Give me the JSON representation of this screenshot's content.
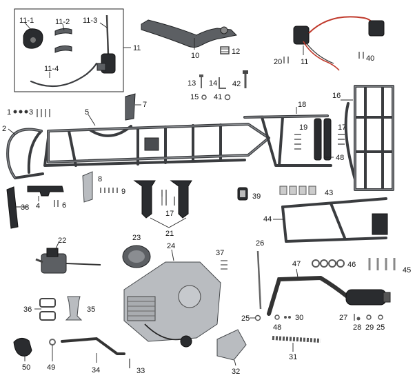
{
  "labels": {
    "l11_1": "11-1",
    "l11_2": "11-2",
    "l11_3": "11-3",
    "l11_4": "11-4",
    "l11_box": "11",
    "l10": "10",
    "l12": "12",
    "l13": "13",
    "l14": "14",
    "l42": "42",
    "l15": "15",
    "l41": "41",
    "l20": "20",
    "l11": "11",
    "l40": "40",
    "l1": "1",
    "l3": "3",
    "l5": "5",
    "l7": "7",
    "l2": "2",
    "l18": "18",
    "l16": "16",
    "l19": "19",
    "l17a": "17",
    "l48a": "48",
    "l38": "38",
    "l4": "4",
    "l6": "6",
    "l8": "8",
    "l9": "9",
    "l17b": "17",
    "l21": "21",
    "l39": "39",
    "l43": "43",
    "l44": "44",
    "l22": "22",
    "l23": "23",
    "l24": "24",
    "l37": "37",
    "l26": "26",
    "l47": "47",
    "l46": "46",
    "l45": "45",
    "l36": "36",
    "l35": "35",
    "l25a": "25",
    "l48b": "48",
    "l30": "30",
    "l27": "27",
    "l28": "28",
    "l29": "29",
    "l25b": "25",
    "l31": "31",
    "l50": "50",
    "l49": "49",
    "l34": "34",
    "l33": "33",
    "l32": "32"
  }
}
